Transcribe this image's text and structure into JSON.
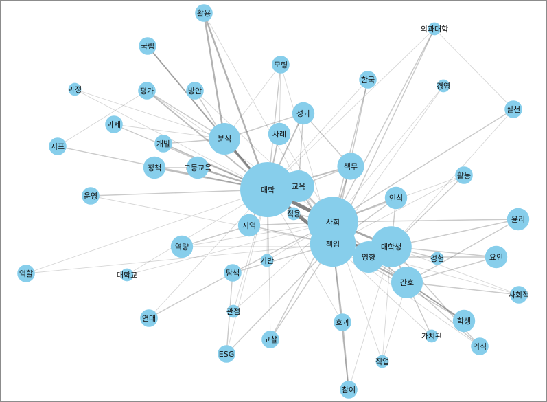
{
  "network": {
    "node_color": "#87CEEB",
    "edge_color": "#5a5a5a",
    "nodes": [
      {
        "id": "활용",
        "w": 2
      },
      {
        "id": "국립",
        "w": 2
      },
      {
        "id": "의과대학",
        "w": 1
      },
      {
        "id": "과정",
        "w": 1
      },
      {
        "id": "평가",
        "w": 2
      },
      {
        "id": "방안",
        "w": 2
      },
      {
        "id": "모형",
        "w": 2
      },
      {
        "id": "한국",
        "w": 2
      },
      {
        "id": "경영",
        "w": 1
      },
      {
        "id": "실천",
        "w": 2
      },
      {
        "id": "과제",
        "w": 2
      },
      {
        "id": "성과",
        "w": 3
      },
      {
        "id": "분석",
        "w": 5
      },
      {
        "id": "사례",
        "w": 3
      },
      {
        "id": "지표",
        "w": 2
      },
      {
        "id": "개발",
        "w": 2
      },
      {
        "id": "정책",
        "w": 3
      },
      {
        "id": "고등교육",
        "w": 3
      },
      {
        "id": "책무",
        "w": 4
      },
      {
        "id": "활동",
        "w": 2
      },
      {
        "id": "대학",
        "w": 10
      },
      {
        "id": "교육",
        "w": 5
      },
      {
        "id": "운영",
        "w": 2
      },
      {
        "id": "인식",
        "w": 3
      },
      {
        "id": "적용",
        "w": 1
      },
      {
        "id": "사회",
        "w": 9
      },
      {
        "id": "윤리",
        "w": 3
      },
      {
        "id": "지역",
        "w": 3
      },
      {
        "id": "책임",
        "w": 8
      },
      {
        "id": "대학생",
        "w": 7
      },
      {
        "id": "역량",
        "w": 3
      },
      {
        "id": "영향",
        "w": 5
      },
      {
        "id": "경험",
        "w": 1
      },
      {
        "id": "요인",
        "w": 3
      },
      {
        "id": "기반",
        "w": 1
      },
      {
        "id": "역할",
        "w": 2
      },
      {
        "id": "대학교",
        "w": 1
      },
      {
        "id": "탐색",
        "w": 2
      },
      {
        "id": "간호",
        "w": 5
      },
      {
        "id": "사회적",
        "w": 2
      },
      {
        "id": "연대",
        "w": 2
      },
      {
        "id": "관점",
        "w": 1
      },
      {
        "id": "효과",
        "w": 2
      },
      {
        "id": "학생",
        "w": 3
      },
      {
        "id": "가치관",
        "w": 1
      },
      {
        "id": "고찰",
        "w": 2
      },
      {
        "id": "의식",
        "w": 2
      },
      {
        "id": "ESG",
        "w": 2
      },
      {
        "id": "직업",
        "w": 1
      },
      {
        "id": "참여",
        "w": 2
      }
    ],
    "edges": [
      [
        "대학",
        "사회",
        9
      ],
      [
        "대학",
        "책임",
        8
      ],
      [
        "사회",
        "책임",
        9
      ],
      [
        "대학",
        "분석",
        6
      ],
      [
        "분석",
        "활용",
        4
      ],
      [
        "대학",
        "활용",
        4
      ],
      [
        "대학",
        "교육",
        5
      ],
      [
        "대학",
        "고등교육",
        4
      ],
      [
        "대학",
        "정책",
        3
      ],
      [
        "대학",
        "개발",
        3
      ],
      [
        "대학",
        "평가",
        3
      ],
      [
        "대학",
        "성과",
        3
      ],
      [
        "대학",
        "사례",
        3
      ],
      [
        "대학",
        "책무",
        3
      ],
      [
        "대학",
        "지역",
        3
      ],
      [
        "사회",
        "대학생",
        5
      ],
      [
        "책임",
        "대학생",
        5
      ],
      [
        "사회",
        "영향",
        4
      ],
      [
        "책임",
        "영향",
        4
      ],
      [
        "책임",
        "간호",
        4
      ],
      [
        "대학생",
        "간호",
        3
      ],
      [
        "사회",
        "간호",
        3
      ],
      [
        "대학생",
        "영향",
        3
      ],
      [
        "사회",
        "인식",
        3
      ],
      [
        "사회",
        "윤리",
        2
      ],
      [
        "사회",
        "책무",
        3
      ],
      [
        "대학생",
        "인식",
        2
      ],
      [
        "대학생",
        "경험",
        2
      ],
      [
        "대학생",
        "요인",
        2
      ],
      [
        "책임",
        "효과",
        3
      ],
      [
        "효과",
        "참여",
        3
      ],
      [
        "책임",
        "참여",
        2
      ],
      [
        "간호",
        "학생",
        3
      ],
      [
        "간호",
        "가치관",
        2
      ],
      [
        "간호",
        "의식",
        2
      ],
      [
        "간호",
        "사회적",
        2
      ],
      [
        "사회",
        "의과대학",
        2
      ],
      [
        "책임",
        "의과대학",
        2
      ],
      [
        "대학",
        "모형",
        2
      ],
      [
        "성과",
        "책무",
        2
      ],
      [
        "성과",
        "분석",
        2
      ],
      [
        "분석",
        "방안",
        2
      ],
      [
        "분석",
        "평가",
        2
      ],
      [
        "대학",
        "운영",
        2
      ],
      [
        "대학",
        "과제",
        2
      ],
      [
        "대학",
        "지표",
        2
      ],
      [
        "사회",
        "한국",
        2
      ],
      [
        "책임",
        "한국",
        2
      ],
      [
        "책임",
        "탐색",
        2
      ],
      [
        "사회",
        "탐색",
        2
      ],
      [
        "탐색",
        "연대",
        2
      ],
      [
        "탐색",
        "ESG",
        2
      ],
      [
        "지역",
        "역량",
        2
      ],
      [
        "사회",
        "지역",
        2
      ],
      [
        "대학",
        "역할",
        1
      ],
      [
        "대학",
        "대학교",
        1
      ],
      [
        "대학",
        "기반",
        1
      ],
      [
        "사회",
        "기반",
        1
      ],
      [
        "사회",
        "고찰",
        2
      ],
      [
        "책임",
        "고찰",
        2
      ],
      [
        "책임",
        "ESG",
        2
      ],
      [
        "사회",
        "직업",
        1
      ],
      [
        "간호",
        "직업",
        1
      ],
      [
        "사회",
        "실천",
        2
      ],
      [
        "대학생",
        "실천",
        1
      ],
      [
        "실천",
        "의과대학",
        1
      ],
      [
        "대학생",
        "활동",
        2
      ],
      [
        "사회",
        "활동",
        1
      ],
      [
        "대학생",
        "윤리",
        2
      ],
      [
        "대학생",
        "사회적",
        1
      ],
      [
        "대학생",
        "의식",
        2
      ],
      [
        "영향",
        "요인",
        2
      ],
      [
        "영향",
        "학생",
        2
      ],
      [
        "국립",
        "대학",
        3
      ],
      [
        "국립",
        "분석",
        2
      ],
      [
        "과정",
        "대학",
        1
      ],
      [
        "과정",
        "분석",
        1
      ],
      [
        "경영",
        "사회",
        1
      ],
      [
        "경영",
        "책임",
        1
      ],
      [
        "교육",
        "사회",
        3
      ],
      [
        "교육",
        "책임",
        3
      ],
      [
        "적용",
        "사회",
        2
      ],
      [
        "적용",
        "책임",
        2
      ],
      [
        "정책",
        "고등교육",
        2
      ],
      [
        "개발",
        "분석",
        2
      ],
      [
        "모형",
        "사례",
        1
      ],
      [
        "모형",
        "분석",
        1
      ],
      [
        "관점",
        "대학",
        1
      ],
      [
        "관점",
        "사회",
        1
      ],
      [
        "대학교",
        "사회",
        1
      ],
      [
        "연대",
        "대학",
        1
      ],
      [
        "역량",
        "대학생",
        1
      ],
      [
        "역할",
        "책임",
        1
      ],
      [
        "지표",
        "평가",
        1
      ],
      [
        "과제",
        "분석",
        1
      ],
      [
        "운영",
        "책임",
        1
      ],
      [
        "교육",
        "성과",
        2
      ],
      [
        "교육",
        "책무",
        2
      ],
      [
        "윤리",
        "간호",
        2
      ],
      [
        "요인",
        "간호",
        2
      ],
      [
        "학생",
        "책임",
        2
      ],
      [
        "가치관",
        "책임",
        1
      ],
      [
        "의식",
        "책임",
        1
      ],
      [
        "사회적",
        "책임",
        1
      ],
      [
        "참여",
        "대학생",
        1
      ],
      [
        "직업",
        "대학생",
        1
      ],
      [
        "고찰",
        "대학",
        1
      ],
      [
        "ESG",
        "대학",
        1
      ],
      [
        "효과",
        "대학",
        1
      ],
      [
        "활동",
        "책임",
        1
      ],
      [
        "인식",
        "책임",
        2
      ],
      [
        "지역",
        "책임",
        2
      ],
      [
        "역량",
        "사회",
        1
      ],
      [
        "한국",
        "대학",
        1
      ],
      [
        "의과대학",
        "대학",
        1
      ],
      [
        "사례",
        "사회",
        1
      ],
      [
        "방안",
        "사회",
        1
      ],
      [
        "평가",
        "사회",
        1
      ],
      [
        "모형",
        "책임",
        1
      ],
      [
        "활용",
        "책임",
        1
      ]
    ]
  }
}
